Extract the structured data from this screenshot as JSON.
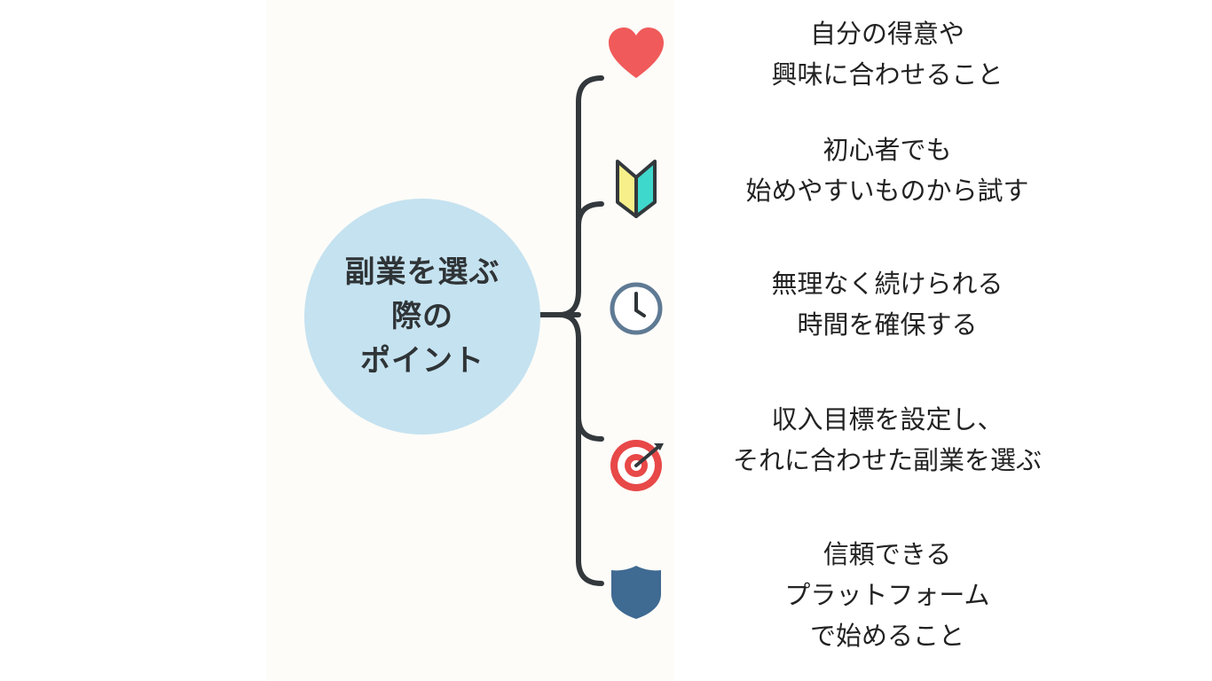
{
  "diagram": {
    "center": {
      "lines": [
        "副業を選ぶ",
        "際の",
        "ポイント"
      ]
    },
    "branches": [
      {
        "icon": "heart-icon",
        "lines": [
          "自分の得意や",
          "興味に合わせること"
        ]
      },
      {
        "icon": "beginner-mark-icon",
        "lines": [
          "初心者でも",
          "始めやすいものから試す"
        ]
      },
      {
        "icon": "clock-icon",
        "lines": [
          "無理なく続けられる",
          "時間を確保する"
        ]
      },
      {
        "icon": "target-icon",
        "lines": [
          "収入目標を設定し、",
          "それに合わせた副業を選ぶ"
        ]
      },
      {
        "icon": "shield-icon",
        "lines": [
          "信頼できる",
          "プラットフォーム",
          "で始めること"
        ]
      }
    ]
  },
  "colors": {
    "hub": "#c5e2f0",
    "connector": "#33383c",
    "heart": "#f05a5a",
    "beginner_yellow": "#f7f08a",
    "beginner_teal": "#3fd8cc",
    "clock": "#5f7a94",
    "target_red": "#e84848",
    "shield": "#3f6a92"
  }
}
